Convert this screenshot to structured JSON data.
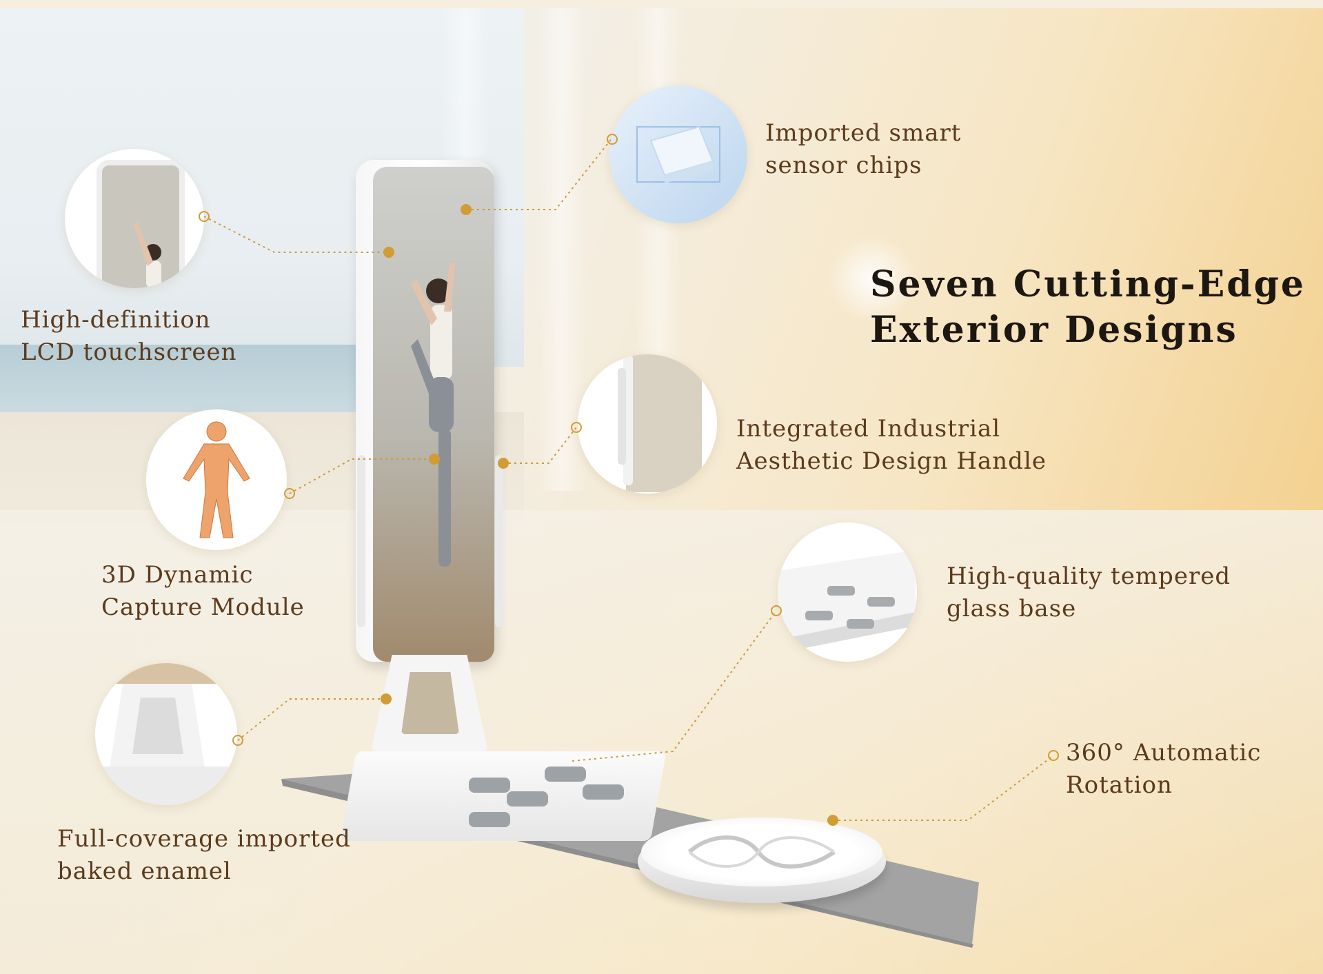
{
  "title": {
    "line1": "Seven Cutting-Edge",
    "line2": "Exterior Designs"
  },
  "features": [
    {
      "line1": "Imported smart",
      "line2": "sensor chips",
      "icon": "sensor-chip-icon"
    },
    {
      "line1": "High-definition",
      "line2": "LCD touchscreen",
      "icon": "mirror-screen-icon"
    },
    {
      "line1": "Integrated Industrial",
      "line2": "Aesthetic Design Handle",
      "icon": "handle-icon"
    },
    {
      "line1": "3D Dynamic",
      "line2": "Capture Module",
      "icon": "body-scan-icon"
    },
    {
      "line1": "High-quality tempered",
      "line2": "glass base",
      "icon": "glass-base-icon"
    },
    {
      "line1": "360° Automatic",
      "line2": "Rotation",
      "icon": "turntable-icon"
    },
    {
      "line1": "Full-coverage imported",
      "line2": "baked enamel",
      "icon": "enamel-stand-icon"
    }
  ],
  "colors": {
    "label": "#5b3a1c",
    "title": "#1d1712",
    "accent": "#d19c34"
  }
}
